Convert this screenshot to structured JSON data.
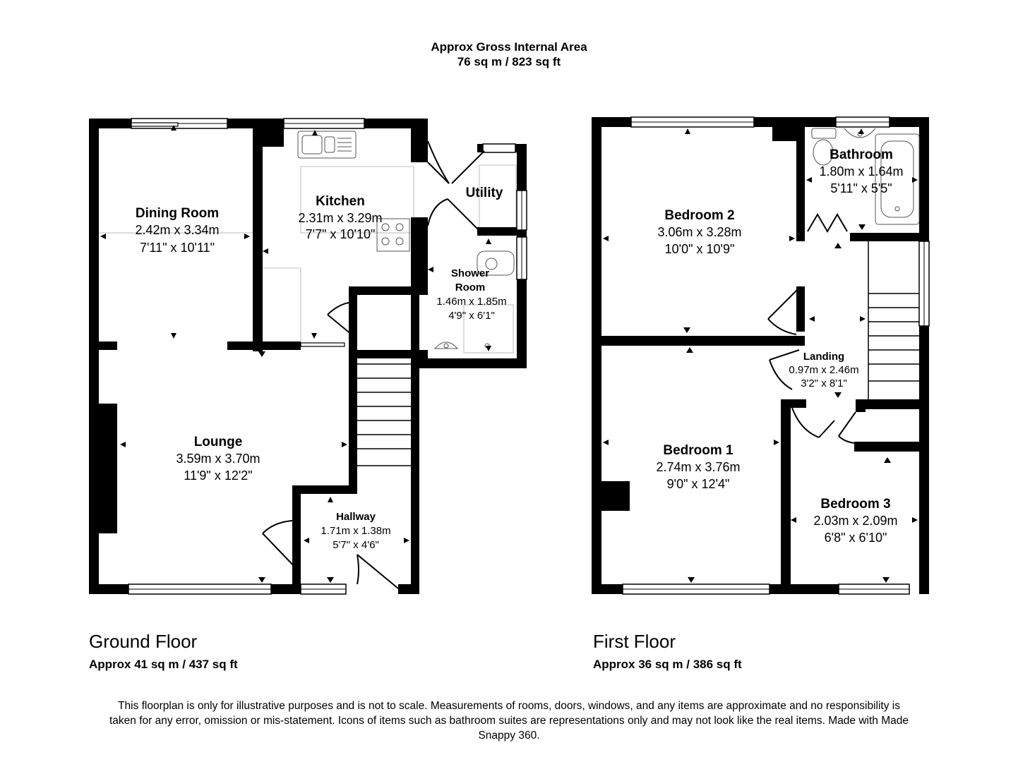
{
  "header": {
    "title": "Approx Gross Internal Area",
    "total_area": "76 sq m / 823 sq ft"
  },
  "ground_floor": {
    "name": "Ground Floor",
    "area": "Approx 41 sq m / 437 sq ft",
    "rooms": {
      "dining": {
        "name": "Dining Room",
        "metric": "2.42m x 3.34m",
        "imperial": "7'11\" x 10'11\""
      },
      "kitchen": {
        "name": "Kitchen",
        "metric": "2.31m x 3.29m",
        "imperial": "7'7\" x 10'10\""
      },
      "utility": {
        "name": "Utility"
      },
      "shower": {
        "name_line1": "Shower",
        "name_line2": "Room",
        "metric": "1.46m x 1.85m",
        "imperial": "4'9\" x 6'1\""
      },
      "lounge": {
        "name": "Lounge",
        "metric": "3.59m x 3.70m",
        "imperial": "11'9\" x 12'2\""
      },
      "hallway": {
        "name": "Hallway",
        "metric": "1.71m x 1.38m",
        "imperial": "5'7\" x 4'6\""
      }
    }
  },
  "first_floor": {
    "name": "First Floor",
    "area": "Approx 36 sq m / 386 sq ft",
    "rooms": {
      "bedroom2": {
        "name": "Bedroom 2",
        "metric": "3.06m x 3.28m",
        "imperial": "10'0\" x 10'9\""
      },
      "bathroom": {
        "name": "Bathroom",
        "metric": "1.80m x 1.64m",
        "imperial": "5'11\" x 5'5\""
      },
      "landing": {
        "name": "Landing",
        "metric": "0.97m x 2.46m",
        "imperial": "3'2\" x 8'1\""
      },
      "bedroom1": {
        "name": "Bedroom 1",
        "metric": "2.74m x 3.76m",
        "imperial": "9'0\" x 12'4\""
      },
      "bedroom3": {
        "name": "Bedroom 3",
        "metric": "2.03m x 2.09m",
        "imperial": "6'8\" x 6'10\""
      }
    }
  },
  "disclaimer": "This floorplan is only for illustrative purposes and is not to scale. Measurements of rooms, doors, windows, and any items are approximate and no responsibility is taken for any error, omission or mis-statement. Icons of items such as bathroom suites are representations only and may not look like the real items. Made with Made Snappy 360."
}
